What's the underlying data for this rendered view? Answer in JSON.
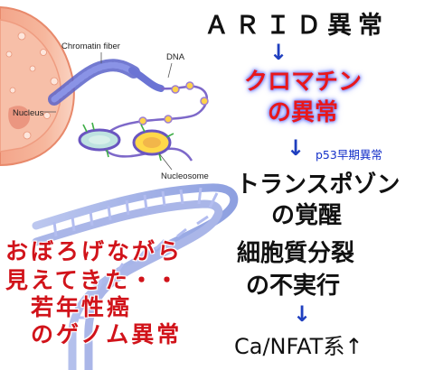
{
  "illustration": {
    "labels": {
      "chromatin_fiber": "Chromatin fiber",
      "dna": "DNA",
      "nucleus": "Nucleus",
      "nucleosome": "Nucleosome"
    }
  },
  "flow": {
    "arid": "ＡＲＩＤ異常",
    "chromatin_line1": "クロマチン",
    "chromatin_line2": "の異常",
    "p53_note": "p53早期異常",
    "transposon_line1": "トランスポゾン",
    "transposon_line2": "の覚醒",
    "cell_division_line1": "細胞質分裂",
    "cell_division_line2": "の不実行",
    "ca_nfat": "Ca/NFAT系↑"
  },
  "caption": {
    "line1": "おぼろげながら",
    "line2": "見えてきた・・",
    "line3": "若年性癌",
    "line4": "のゲノム異常"
  },
  "arrows": {
    "glyph": "↓"
  },
  "colors": {
    "chromatin_text": "#e8181c",
    "chromatin_glow": "#6d7dff",
    "arrow": "#1f3fbf",
    "p53_text": "#1531c9",
    "caption_text": "#d1131a"
  }
}
